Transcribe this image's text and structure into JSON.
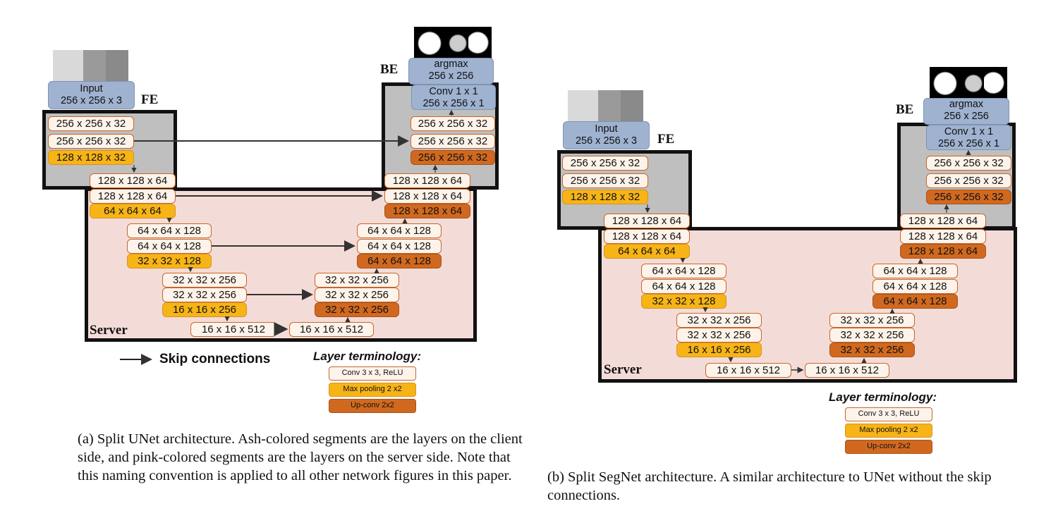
{
  "colors": {
    "client_region": "#bfbfbf",
    "server_region": "#f3dcd8",
    "conv_layer": "#fdf3ea",
    "pool_layer": "#f7b417",
    "upconv_layer": "#d0691f",
    "io_box": "#9fb2d0"
  },
  "figure_a": {
    "label_fe": "FE",
    "label_be": "BE",
    "label_server": "Server",
    "input_box": [
      "Input",
      "256 x 256 x 3"
    ],
    "argmax_box": [
      "argmax",
      "256 x 256"
    ],
    "conv1_box": [
      "Conv 1 x 1",
      "256 x 256 x 1"
    ],
    "encoder": [
      "256 x 256 x 32",
      "256 x 256 x 32",
      "128 x 128 x 32",
      "128 x 128 x 64",
      "128 x 128 x 64",
      "64 x 64 x 64",
      "64 x 64 x 128",
      "64 x 64 x 128",
      "32 x 32 x 128",
      "32 x 32 x 256",
      "32 x 32 x 256",
      "16 x 16 x 256",
      "16 x 16 x 512"
    ],
    "decoder": [
      "256 x 256 x 32",
      "256 x 256 x 32",
      "256 x 256 x 32",
      "128 x 128 x 64",
      "128 x 128 x 64",
      "128 x 128 x 64",
      "64 x 64 x 128",
      "64 x 64 x 128",
      "64 x 64 x 128",
      "32 x 32 x 256",
      "32 x 32 x 256",
      "32 x 32 x 256",
      "16 x 16 x 512"
    ],
    "skip_label": "Skip connections",
    "legend_title": "Layer terminology:",
    "legend": [
      "Conv 3 x 3, ReLU",
      "Max pooling 2 x2",
      "Up-conv 2x2"
    ],
    "caption": "(a) Split UNet architecture. Ash-colored segments are the layers on the client side, and pink-colored segments are the layers on the server side. Note that this naming convention is applied to all other network figures in this paper."
  },
  "figure_b": {
    "label_fe": "FE",
    "label_be": "BE",
    "label_server": "Server",
    "input_box": [
      "Input",
      "256 x 256 x 3"
    ],
    "argmax_box": [
      "argmax",
      "256 x 256"
    ],
    "conv1_box": [
      "Conv 1 x 1",
      "256 x 256 x 1"
    ],
    "encoder": [
      "256 x 256 x 32",
      "256 x 256 x 32",
      "128 x 128 x 32",
      "128 x 128 x 64",
      "128 x 128 x 64",
      "64 x 64 x 64",
      "64 x 64 x 128",
      "64 x 64 x 128",
      "32 x 32 x 128",
      "32 x 32 x 256",
      "32 x 32 x 256",
      "16 x 16 x 256",
      "16 x 16 x 512"
    ],
    "decoder": [
      "256 x 256 x 32",
      "256 x 256 x 32",
      "256 x 256 x 32",
      "128 x 128 x 64",
      "128 x 128 x 64",
      "128 x 128 x 64",
      "64 x 64 x 128",
      "64 x 64 x 128",
      "64 x 64 x 128",
      "32 x 32 x 256",
      "32 x 32 x 256",
      "32 x 32 x 256",
      "16 x 16 x 512"
    ],
    "legend_title": "Layer terminology:",
    "legend": [
      "Conv 3 x 3, ReLU",
      "Max pooling 2 x2",
      "Up-conv 2x2"
    ],
    "caption": "(b) Split SegNet architecture. A similar architecture to UNet without the skip connections."
  }
}
